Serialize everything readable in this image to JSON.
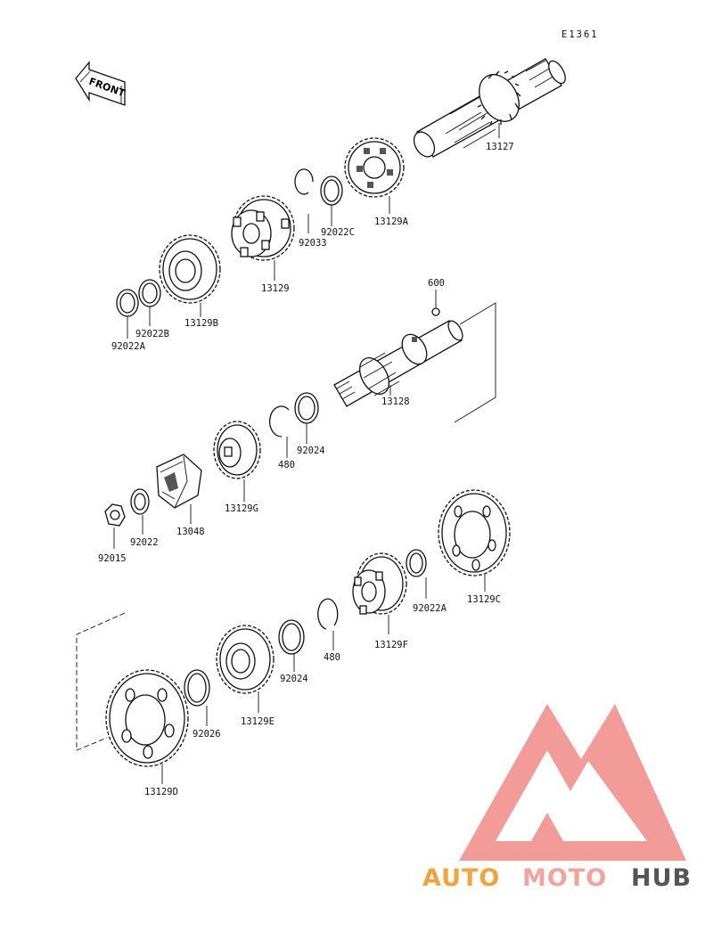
{
  "diagram_code": "E1361",
  "front_label": "FRONT",
  "logo": {
    "part1": "AUTO",
    "part2": "MOTO",
    "part3": "HUB",
    "color1": "#f3a23c",
    "color2": "#f2a39b",
    "color3": "#555555",
    "triangle_color": "#f08a86"
  },
  "parts": {
    "p13127": "13127",
    "p13129A": "13129A",
    "p92022C": "92022C",
    "p92033": "92033",
    "p13129": "13129",
    "p13129B": "13129B",
    "p92022B": "92022B",
    "p92022A_top": "92022A",
    "p600": "600",
    "p13128": "13128",
    "p92024_top": "92024",
    "p480_top": "480",
    "p13129G": "13129G",
    "p13048": "13048",
    "p92022": "92022",
    "p92015": "92015",
    "p13129C": "13129C",
    "p92022A_bottom": "92022A",
    "p13129F": "13129F",
    "p480_bottom": "480",
    "p92024_bottom": "92024",
    "p13129E": "13129E",
    "p92026": "92026",
    "p13129D": "13129D"
  }
}
